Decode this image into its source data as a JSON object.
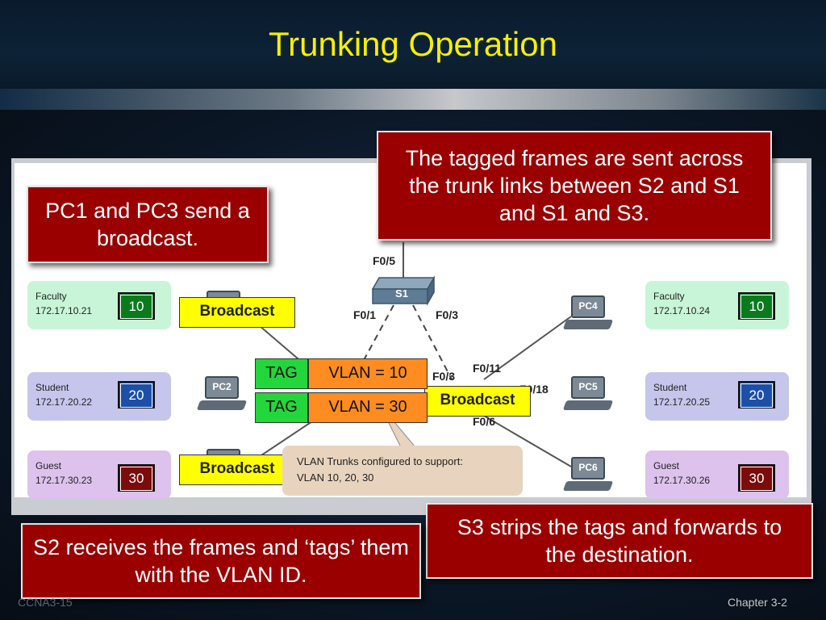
{
  "title": "Trunking Operation",
  "callouts": {
    "top_right": "The tagged frames are sent across the trunk links between S2 and S1 and S1 and S3.",
    "left": "PC1 and PC3 send a broadcast.",
    "bottom_right": "S3 strips the tags and forwards to the destination.",
    "bottom_left": "S2 receives the frames and ‘tags’ them with the VLAN ID."
  },
  "hosts": {
    "left": [
      {
        "name": "Faculty",
        "ip": "172.17.10.21",
        "vlan": "10"
      },
      {
        "name": "Student",
        "ip": "172.17.20.22",
        "vlan": "20"
      },
      {
        "name": "Guest",
        "ip": "172.17.30.23",
        "vlan": "30"
      }
    ],
    "right": [
      {
        "name": "Faculty",
        "ip": "172.17.10.24",
        "vlan": "10"
      },
      {
        "name": "Student",
        "ip": "172.17.20.25",
        "vlan": "20"
      },
      {
        "name": "Guest",
        "ip": "172.17.30.26",
        "vlan": "30"
      }
    ]
  },
  "devices": {
    "switch_s1": "S1",
    "pc2": "PC2",
    "pc4": "PC4",
    "pc5": "PC5",
    "pc6": "PC6"
  },
  "ports": {
    "f05": "F0/5",
    "f01": "F0/1",
    "f03": "F0/3",
    "f03b": "F0/3",
    "f011": "F0/11",
    "f018": "F0/18",
    "f06": "F0/6"
  },
  "frames": {
    "broadcast": "Broadcast",
    "tag": "TAG",
    "vlan10": "VLAN = 10",
    "vlan30": "VLAN = 30"
  },
  "note": {
    "line1": "VLAN Trunks configured to support:",
    "line2": "VLAN 10, 20, 30"
  },
  "footer": {
    "left": "CCNA3-15",
    "right": "Chapter 3-2"
  },
  "colors": {
    "title": "#f5f000",
    "callout_bg": "#9a0000",
    "faculty": "#c8f5d8",
    "student": "#c6c6ec",
    "guest": "#dcc2ec",
    "vlan10": "#0b7a1e",
    "vlan20": "#1c4fa8",
    "vlan30": "#7a0c0c",
    "tag_green": "#23d63b",
    "vlan_orange": "#ff8c20",
    "broadcast_yellow": "#ffff00"
  }
}
